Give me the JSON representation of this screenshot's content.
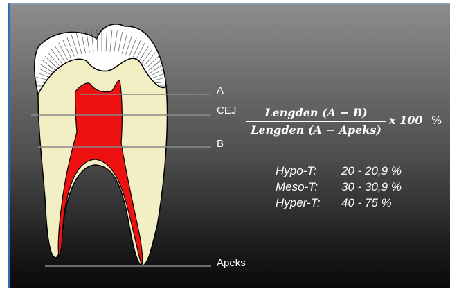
{
  "labels": {
    "a": "A",
    "cej": "CEJ",
    "b": "B",
    "apeks": "Apeks"
  },
  "formula": {
    "numerator": "Lengden (A − B)",
    "denominator": "Lengden (A − Apeks)",
    "multiplier": "x 100",
    "unit": "%"
  },
  "classes": [
    {
      "name": "Hypo-T:",
      "range": "20 - 20,9 %"
    },
    {
      "name": "Meso-T:",
      "range": "30 - 30,9 %"
    },
    {
      "name": "Hyper-T:",
      "range": "40 - 75 %"
    }
  ],
  "colors": {
    "enamel": "#ffffff",
    "dentin": "#f3efc4",
    "pulp": "#ee1111",
    "outline": "#000000",
    "leader_line": "#8a8a8a",
    "text": "#ffffff"
  }
}
